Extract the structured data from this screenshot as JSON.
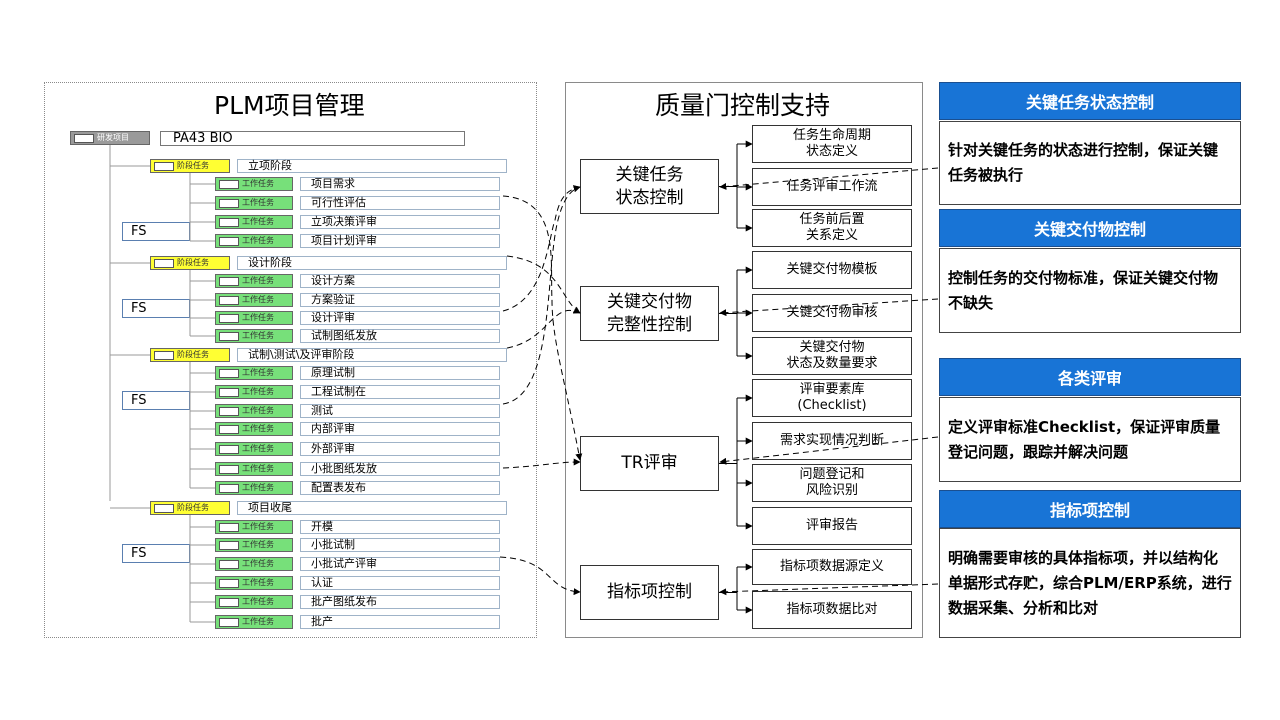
{
  "left_panel": {
    "title": "PLM项目管理",
    "root": {
      "tag": "研发项目",
      "label": "PA43 BIO"
    },
    "stage_tag": "阶段任务",
    "work_tag": "工作任务",
    "fs_label": "FS",
    "stages": [
      {
        "label": "立项阶段",
        "tasks": [
          "项目需求",
          "可行性评估",
          "立项决策评审",
          "项目计划评审"
        ]
      },
      {
        "label": "设计阶段",
        "tasks": [
          "设计方案",
          "方案验证",
          "设计评审",
          "试制图纸发放"
        ]
      },
      {
        "label": "试制\\测试\\及评审阶段",
        "tasks": [
          "原理试制",
          "工程试制在",
          "测试",
          "内部评审",
          "外部评审",
          "小批图纸发放",
          "配置表发布"
        ]
      },
      {
        "label": "项目收尾",
        "tasks": [
          "开模",
          "小批试制",
          "小批试产评审",
          "认证",
          "批产图纸发布",
          "批产"
        ]
      }
    ]
  },
  "middle_panel": {
    "title": "质量门控制支持",
    "main": [
      "关键任务\n状态控制",
      "关键交付物\n完整性控制",
      "TR评审",
      "指标项控制"
    ],
    "subs": [
      "任务生命周期\n状态定义",
      "任务评审工作流",
      "任务前后置\n关系定义",
      "关键交付物模板",
      "关键交付物审核",
      "关键交付物\n状态及数量要求",
      "评审要素库\n(Checklist)",
      "需求实现情况判断",
      "问题登记和\n风险识别",
      "评审报告",
      "指标项数据源定义",
      "指标项数据比对"
    ]
  },
  "cards": [
    {
      "title": "关键任务状态控制",
      "body": "针对关键任务的状态进行控制，保证关键任务被执行"
    },
    {
      "title": "关键交付物控制",
      "body": "控制任务的交付物标准，保证关键交付物不缺失"
    },
    {
      "title": "各类评审",
      "body": "定义评审标准Checklist，保证评审质量\n登记问题，跟踪并解决问题"
    },
    {
      "title": "指标项控制",
      "body": "明确需要审核的具体指标项，并以结构化单据形式存贮，综合PLM/ERP系统，进行数据采集、分析和比对"
    }
  ]
}
